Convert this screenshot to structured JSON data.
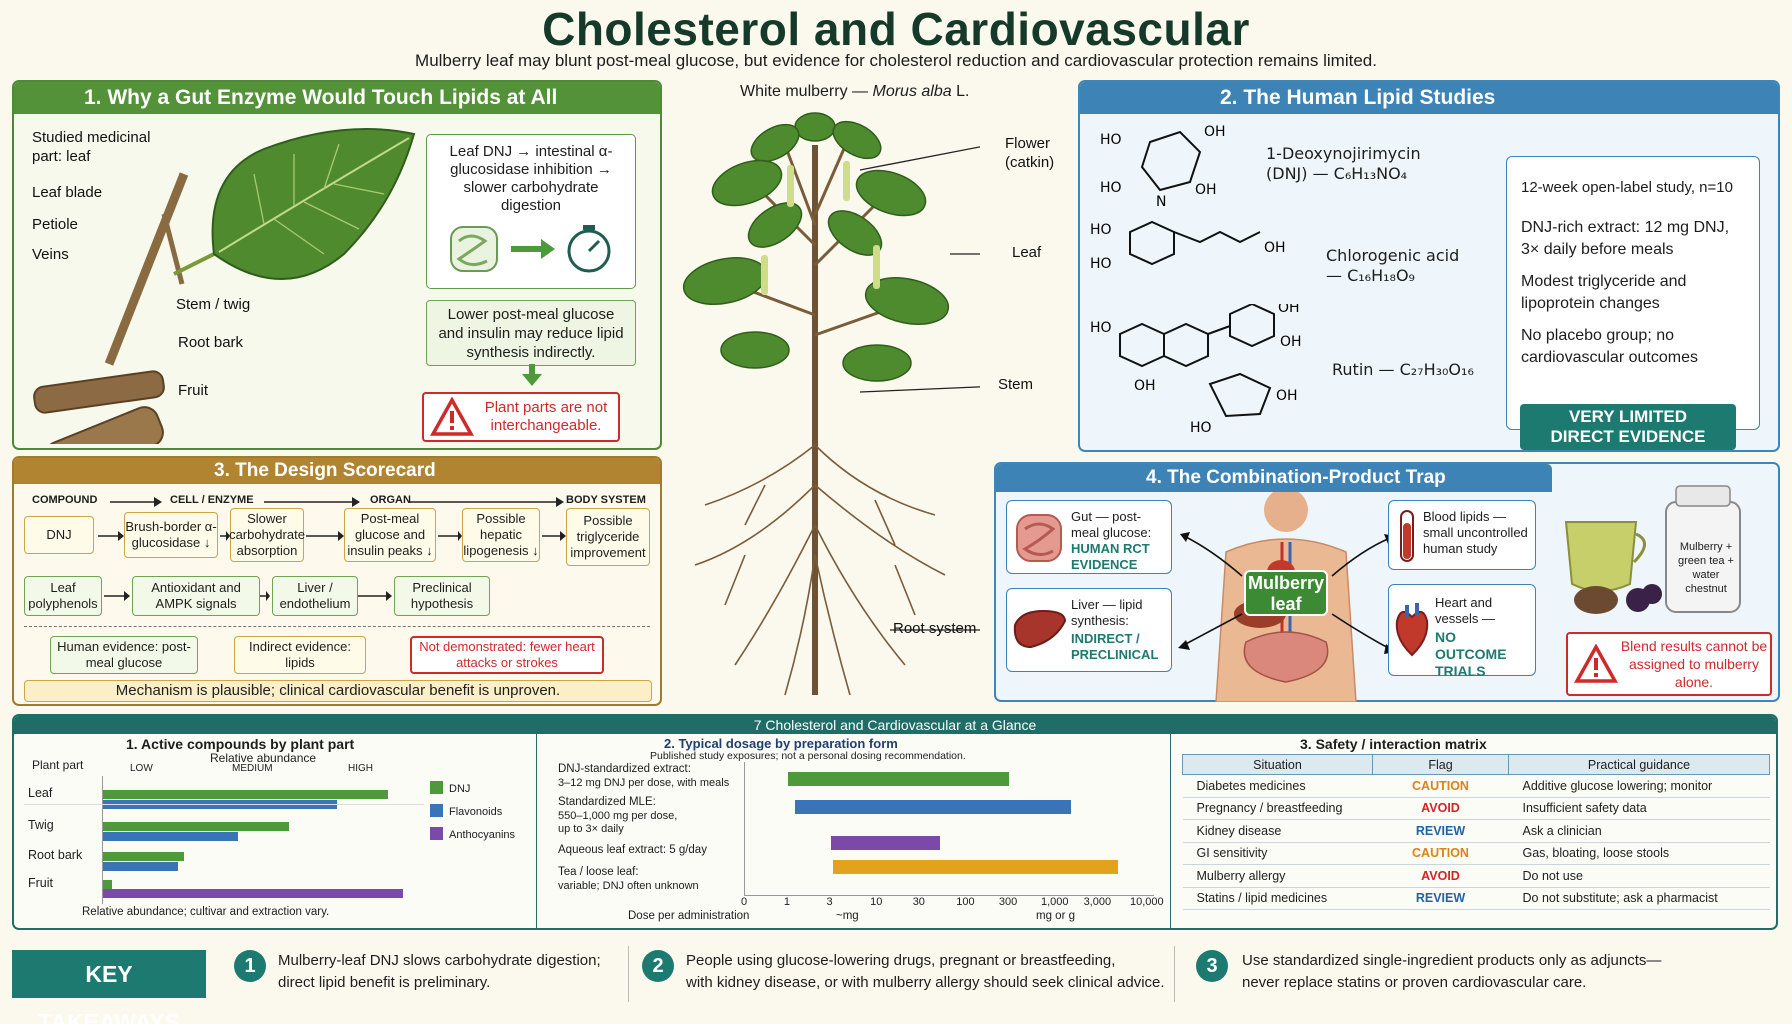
{
  "header": {
    "title": "Cholesterol and Cardiovascular",
    "subtitle": "Mulberry leaf may blunt post-meal glucose, but evidence for cholesterol reduction and cardiovascular protection remains limited."
  },
  "panel1": {
    "title": "1. Why a Gut Enzyme Would Touch Lipids at All",
    "studied_part": "Studied medicinal part: leaf",
    "labels": {
      "leaf_blade": "Leaf blade",
      "petiole": "Petiole",
      "veins": "Veins",
      "stem_twig": "Stem / twig",
      "root_bark": "Root bark",
      "fruit": "Fruit"
    },
    "mechanism": "Leaf DNJ → intestinal α-glucosidase inhibition → slower carbohydrate digestion",
    "lower_glucose": "Lower post-meal glucose and insulin may reduce lipid synthesis indirectly.",
    "warning": "Plant parts are not interchangeable."
  },
  "center": {
    "species_label": "White mulberry —",
    "species_name": "Morus alba",
    "species_author": "L.",
    "labels": {
      "flower": "Flower (catkin)",
      "leaf": "Leaf",
      "stem": "Stem",
      "root": "Root system"
    }
  },
  "panel2": {
    "title": "2. The Human Lipid Studies",
    "dnj_name": "1-Deoxynojirimycin (DNJ) — C₆H₁₃NO₄",
    "chlorogenic": "Chlorogenic acid — C₁₆H₁₈O₉",
    "rutin": "Rutin — C₂₇H₃₀O₁₆",
    "study": {
      "line1": "12-week open-label study, n=10",
      "line2": "DNJ-rich extract: 12 mg DNJ, 3× daily before meals",
      "line3": "Modest triglyceride and lipoprotein changes",
      "line4": "No placebo group; no cardiovascular outcomes",
      "badge": "VERY LIMITED DIRECT EVIDENCE"
    }
  },
  "panel3": {
    "title": "3. The Design Scorecard",
    "columns": [
      "COMPOUND",
      "CELL / ENZYME",
      "ORGAN",
      "BODY SYSTEM"
    ],
    "row1": [
      "DNJ",
      "Brush-border α-glucosidase ↓",
      "Slower carbohydrate absorption",
      "Post-meal glucose and insulin peaks ↓",
      "Possible hepatic lipogenesis ↓",
      "Possible triglyceride improvement"
    ],
    "row2": [
      "Leaf polyphenols",
      "Antioxidant and AMPK signals",
      "Liver / endothelium",
      "Preclinical hypothesis"
    ],
    "evidence": [
      "Human evidence: post-meal glucose",
      "Indirect evidence: lipids",
      "Not demonstrated: fewer heart attacks or strokes"
    ],
    "conclusion": "Mechanism is plausible; clinical cardiovascular benefit is unproven."
  },
  "panel4": {
    "title": "4. The Combination-Product Trap",
    "gut": {
      "text": "Gut — post-meal glucose:",
      "evidence": "HUMAN RCT EVIDENCE"
    },
    "liver": {
      "text": "Liver — lipid synthesis:",
      "evidence": "INDIRECT / PRECLINICAL"
    },
    "blood": {
      "text": "Blood lipids — small uncontrolled human study"
    },
    "heart": {
      "text": "Heart and vessels —",
      "evidence": "NO OUTCOME TRIALS"
    },
    "center_label": "Mulberry leaf",
    "bottle": "Mulberry + green tea + water chestnut",
    "warning": "Blend results cannot be assigned to mulberry alone."
  },
  "glance": {
    "title": "7 Cholesterol and Cardiovascular at a Glance",
    "compounds": {
      "title": "1. Active compounds by plant part",
      "row_header": "Plant part",
      "scale_title": "Relative abundance",
      "scale": [
        "LOW",
        "MEDIUM",
        "HIGH"
      ],
      "rows": [
        "Leaf",
        "Twig",
        "Root bark",
        "Fruit"
      ],
      "legend": [
        "DNJ",
        "Flavonoids",
        "Anthocyanins"
      ],
      "legend_colors": [
        "#4e9a3a",
        "#3973b8",
        "#7b4aa8"
      ],
      "values": {
        "DNJ": [
          0.95,
          0.62,
          0.27,
          0.03
        ],
        "Flavonoids": [
          0.78,
          0.45,
          0.25,
          0
        ],
        "Anthocyanins": [
          0,
          0,
          0,
          1.0
        ]
      },
      "footnote": "Relative abundance; cultivar and extraction vary."
    },
    "dosage": {
      "title": "2. Typical dosage by preparation form",
      "subtitle": "Published study exposures; not a personal dosing recommendation.",
      "items": [
        {
          "label1": "DNJ-standardized extract:",
          "label2": "3–12 mg DNJ per dose, with meals",
          "from": 1,
          "to": 300,
          "color": "#4e9a3a"
        },
        {
          "label1": "Standardized MLE:",
          "label2": "550–1,000 mg per dose, up to 3× daily",
          "from": 1.2,
          "to": 1500,
          "color": "#3973b8"
        },
        {
          "label1": "Aqueous leaf extract: 5 g/day",
          "label2": "",
          "from": 3,
          "to": 50,
          "color": "#7b4aa8"
        },
        {
          "label1": "Tea / loose leaf:",
          "label2": "variable; DNJ often unknown",
          "from": 3.2,
          "to": 5000,
          "color": "#e3a21e"
        }
      ],
      "ticks": [
        "0",
        "1",
        "3",
        "10",
        "30",
        "100",
        "300",
        "1,000",
        "3,000",
        "10,000"
      ],
      "xlabel": "Dose per administration",
      "unit_mg": "~mg",
      "unit_mgg": "mg or g"
    },
    "safety": {
      "title": "3. Safety / interaction matrix",
      "headers": [
        "Situation",
        "Flag",
        "Practical guidance"
      ],
      "rows": [
        {
          "situation": "Diabetes medicines",
          "flag": "CAUTION",
          "guidance": "Additive glucose lowering; monitor"
        },
        {
          "situation": "Pregnancy / breastfeeding",
          "flag": "AVOID",
          "guidance": "Insufficient safety data"
        },
        {
          "situation": "Kidney disease",
          "flag": "REVIEW",
          "guidance": "Ask a clinician"
        },
        {
          "situation": "GI sensitivity",
          "flag": "CAUTION",
          "guidance": "Gas, bloating, loose stools"
        },
        {
          "situation": "Mulberry allergy",
          "flag": "AVOID",
          "guidance": "Do not use"
        },
        {
          "situation": "Statins / lipid medicines",
          "flag": "REVIEW",
          "guidance": "Do not substitute; ask a pharmacist"
        }
      ]
    }
  },
  "takeaways": {
    "label": "KEY TAKEAWAYS",
    "items": [
      {
        "num": "1",
        "line1": "Mulberry-leaf DNJ slows carbohydrate digestion;",
        "line2": "direct lipid benefit is preliminary."
      },
      {
        "num": "2",
        "line1": "People using glucose-lowering drugs, pregnant or breastfeeding,",
        "line2": "with kidney disease, or with mulberry allergy should seek clinical advice."
      },
      {
        "num": "3",
        "line1": "Use standardized single-ingredient products only as adjuncts—",
        "line2": "never replace statins or proven cardiovascular care."
      }
    ]
  }
}
